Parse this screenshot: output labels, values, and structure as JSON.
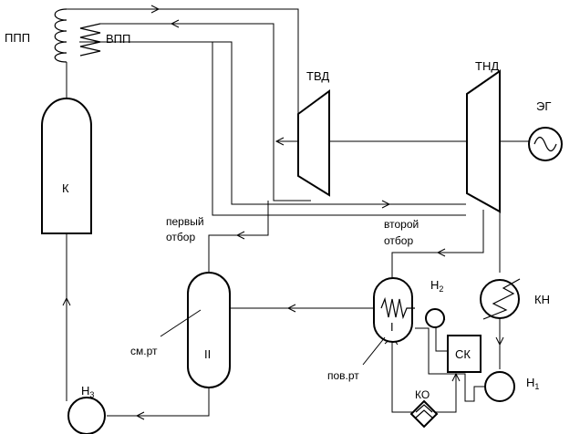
{
  "labels": {
    "ppp": "ППП",
    "vpp": "ВПП",
    "tvd": "ТВД",
    "tnd": "ТНД",
    "eg": "ЭГ",
    "k": "К",
    "first_extraction_1": "первый",
    "first_extraction_2": "отбор",
    "second_extraction_1": "второй",
    "second_extraction_2": "отбор",
    "kn": "КН",
    "h2_main": "Н",
    "h2_sub": "2",
    "h1_main": "Н",
    "h1_sub": "1",
    "h3_main": "Н",
    "h3_sub": "3",
    "sk": "СК",
    "ko": "КО",
    "ii": "II",
    "i": "I",
    "smrt": "см.рт",
    "povrt": "пов.рт"
  }
}
